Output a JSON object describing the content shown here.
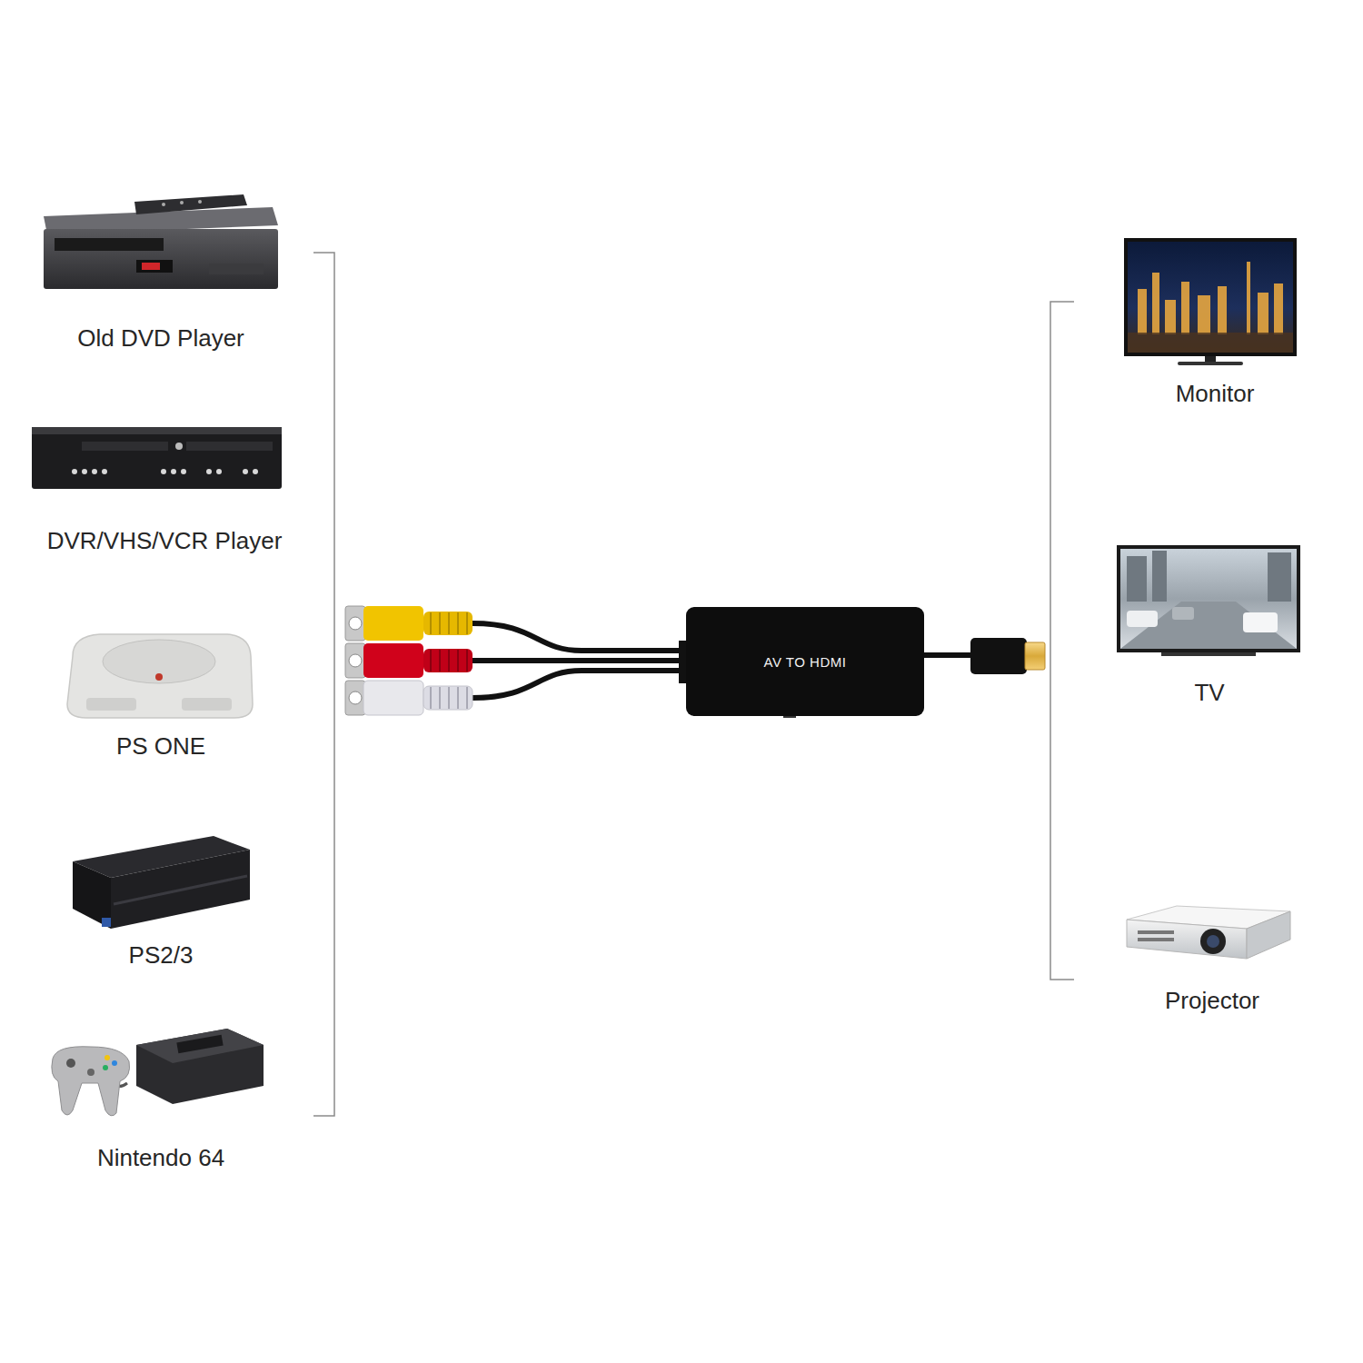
{
  "diagram": {
    "nodes": [
      {
        "text": [
          "AV TO HDMI"
        ]
      }
    ],
    "labels": [
      "Old DVD Player",
      "DVR/VHS/VCR Player",
      "PS ONE",
      "PS2/3",
      "Nintendo 64",
      "Monitor",
      "TV",
      "Projector"
    ]
  }
}
